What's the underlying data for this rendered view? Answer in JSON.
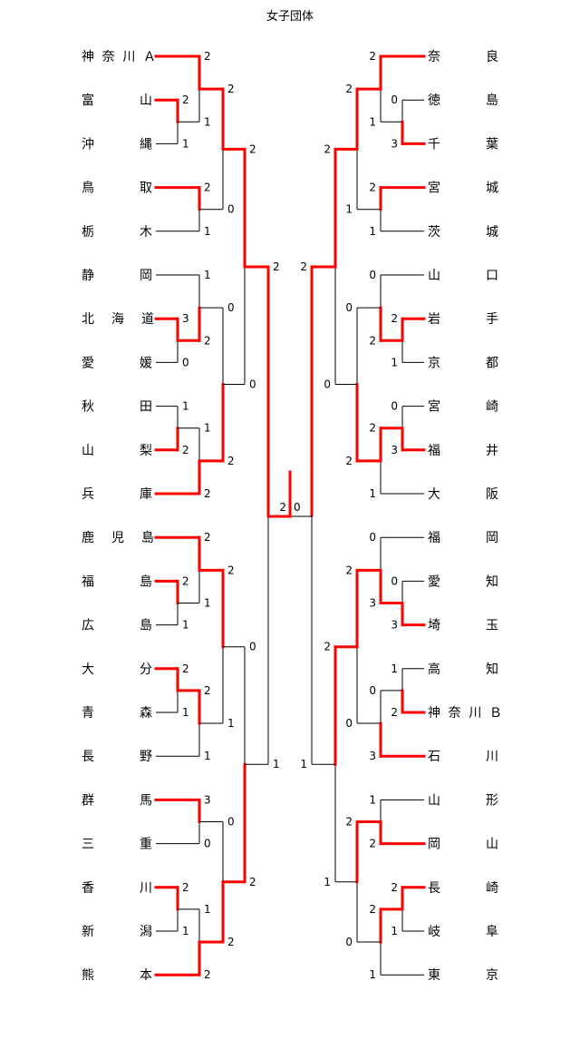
{
  "title": "女子団体",
  "left_teams": [
    "神奈川Ａ",
    "富山",
    "沖縄",
    "鳥取",
    "栃木",
    "静岡",
    "北海道",
    "愛媛",
    "秋田",
    "山梨",
    "兵庫",
    "鹿児島",
    "福島",
    "広島",
    "大分",
    "青森",
    "長野",
    "群馬",
    "三重",
    "香川",
    "新潟",
    "熊本"
  ],
  "right_teams": [
    "奈良",
    "徳島",
    "千葉",
    "宮城",
    "茨城",
    "山口",
    "岩手",
    "京都",
    "宮崎",
    "福井",
    "大阪",
    "福岡",
    "愛知",
    "埼玉",
    "高知",
    "神奈川Ｂ",
    "石川",
    "山形",
    "岡山",
    "長崎",
    "岐阜",
    "東京"
  ],
  "left_bracket": [
    {
      "id": "L1",
      "a": "t1",
      "b": "t2",
      "sa": "2",
      "sb": "1",
      "winner": "a"
    },
    {
      "id": "L2",
      "a": "t0",
      "b": "L1",
      "sa": "2",
      "sb": "1",
      "winner": "a"
    },
    {
      "id": "L3",
      "a": "t3",
      "b": "t4",
      "sa": "2",
      "sb": "1",
      "winner": "a"
    },
    {
      "id": "L4",
      "a": "L2",
      "b": "L3",
      "sa": "2",
      "sb": "0",
      "winner": "a"
    },
    {
      "id": "L5",
      "a": "t6",
      "b": "t7",
      "sa": "3",
      "sb": "0",
      "winner": "a"
    },
    {
      "id": "L6",
      "a": "t5",
      "b": "L5",
      "sa": "1",
      "sb": "2",
      "winner": "b"
    },
    {
      "id": "L7",
      "a": "t8",
      "b": "t9",
      "sa": "1",
      "sb": "2",
      "winner": "b"
    },
    {
      "id": "L8",
      "a": "L7",
      "b": "t10",
      "sa": "1",
      "sb": "2",
      "winner": "b"
    },
    {
      "id": "L9",
      "a": "L6",
      "b": "L8",
      "sa": "0",
      "sb": "2",
      "winner": "b"
    },
    {
      "id": "L10",
      "a": "L4",
      "b": "L9",
      "sa": "2",
      "sb": "0",
      "winner": "a"
    },
    {
      "id": "L11",
      "a": "t12",
      "b": "t13",
      "sa": "2",
      "sb": "1",
      "winner": "a"
    },
    {
      "id": "L12",
      "a": "t11",
      "b": "L11",
      "sa": "2",
      "sb": "1",
      "winner": "a"
    },
    {
      "id": "L13",
      "a": "t14",
      "b": "t15",
      "sa": "2",
      "sb": "1",
      "winner": "a"
    },
    {
      "id": "L14",
      "a": "L13",
      "b": "t16",
      "sa": "2",
      "sb": "1",
      "winner": "a"
    },
    {
      "id": "L15",
      "a": "L12",
      "b": "L14",
      "sa": "2",
      "sb": "1",
      "winner": "a"
    },
    {
      "id": "L16",
      "a": "t17",
      "b": "t18",
      "sa": "3",
      "sb": "0",
      "winner": "a"
    },
    {
      "id": "L17",
      "a": "t19",
      "b": "t20",
      "sa": "2",
      "sb": "1",
      "winner": "a"
    },
    {
      "id": "L18",
      "a": "L17",
      "b": "t21",
      "sa": "1",
      "sb": "2",
      "winner": "b"
    },
    {
      "id": "L19",
      "a": "L16",
      "b": "L18",
      "sa": "0",
      "sb": "2",
      "winner": "b"
    },
    {
      "id": "L20",
      "a": "L15",
      "b": "L19",
      "sa": "0",
      "sb": "2",
      "winner": "b"
    },
    {
      "id": "L21",
      "a": "L10",
      "b": "L20",
      "sa": "2",
      "sb": "1",
      "winner": "a"
    }
  ],
  "right_bracket": [
    {
      "id": "R1",
      "a": "t1",
      "b": "t2",
      "sa": "0",
      "sb": "3",
      "winner": "b"
    },
    {
      "id": "R2",
      "a": "t0",
      "b": "R1",
      "sa": "2",
      "sb": "1",
      "winner": "a"
    },
    {
      "id": "R3",
      "a": "t3",
      "b": "t4",
      "sa": "2",
      "sb": "1",
      "winner": "a"
    },
    {
      "id": "R4",
      "a": "R2",
      "b": "R3",
      "sa": "2",
      "sb": "1",
      "winner": "a"
    },
    {
      "id": "R5",
      "a": "t6",
      "b": "t7",
      "sa": "2",
      "sb": "1",
      "winner": "a"
    },
    {
      "id": "R6",
      "a": "t5",
      "b": "R5",
      "sa": "0",
      "sb": "2",
      "winner": "b"
    },
    {
      "id": "R7",
      "a": "t8",
      "b": "t9",
      "sa": "0",
      "sb": "3",
      "winner": "b"
    },
    {
      "id": "R8",
      "a": "R7",
      "b": "t10",
      "sa": "2",
      "sb": "1",
      "winner": "a"
    },
    {
      "id": "R9",
      "a": "R6",
      "b": "R8",
      "sa": "0",
      "sb": "2",
      "winner": "b"
    },
    {
      "id": "R10",
      "a": "R4",
      "b": "R9",
      "sa": "2",
      "sb": "0",
      "winner": "a"
    },
    {
      "id": "R11",
      "a": "t12",
      "b": "t13",
      "sa": "0",
      "sb": "3",
      "winner": "b"
    },
    {
      "id": "R12",
      "a": "t11",
      "b": "R11",
      "sa": "0",
      "sb": "3",
      "winner": "b"
    },
    {
      "id": "R13",
      "a": "t14",
      "b": "t15",
      "sa": "1",
      "sb": "2",
      "winner": "b"
    },
    {
      "id": "R14",
      "a": "R13",
      "b": "t16",
      "sa": "0",
      "sb": "3",
      "winner": "b"
    },
    {
      "id": "R15",
      "a": "R12",
      "b": "R14",
      "sa": "2",
      "sb": "0",
      "winner": "a"
    },
    {
      "id": "R16",
      "a": "t17",
      "b": "t18",
      "sa": "1",
      "sb": "2",
      "winner": "b"
    },
    {
      "id": "R17",
      "a": "t19",
      "b": "t20",
      "sa": "2",
      "sb": "1",
      "winner": "a"
    },
    {
      "id": "R18",
      "a": "R17",
      "b": "t21",
      "sa": "2",
      "sb": "1",
      "winner": "a"
    },
    {
      "id": "R19",
      "a": "R16",
      "b": "R18",
      "sa": "2",
      "sb": "0",
      "winner": "a"
    },
    {
      "id": "R20",
      "a": "R15",
      "b": "R19",
      "sa": "2",
      "sb": "1",
      "winner": "a"
    },
    {
      "id": "R21",
      "a": "R10",
      "b": "R20",
      "sa": "2",
      "sb": "1",
      "winner": "a"
    }
  ],
  "final": {
    "left_score": "2",
    "right_score": "0",
    "winner": "left"
  },
  "colors": {
    "win_line": "#ff0000",
    "line": "#000000"
  }
}
